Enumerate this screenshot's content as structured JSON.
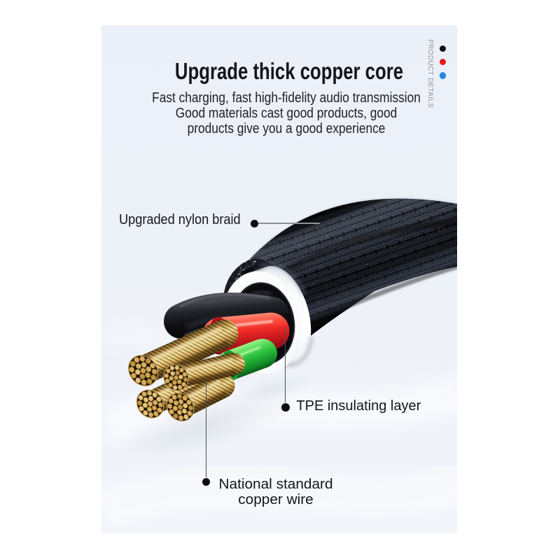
{
  "page": {
    "background": "#ffffff"
  },
  "panel": {
    "background_top": "#ebf0f8",
    "background_bottom": "#f1f4f9"
  },
  "header": {
    "title": "Upgrade thick copper core",
    "subtitle_line1": "Fast charging, fast high-fidelity audio transmission",
    "subtitle_line2": "Good materials cast good products, good",
    "subtitle_line3": "products give you a good experience"
  },
  "side_banner": {
    "label": "PRODUCT DETAILS",
    "dot_colors": [
      "#101014",
      "#e8151c",
      "#2089e8"
    ]
  },
  "illustration": {
    "subject": "braided cable cross-section",
    "nylon_braid_color": "#14151c",
    "tpe_layer_color": "#ffffff",
    "black_wire_color": "#17171c",
    "red_wire_color": "#ee2a26",
    "green_wire_color": "#21b637",
    "copper_color": "#d7ad5e"
  },
  "callouts": {
    "braid": {
      "label": "Upgraded nylon braid"
    },
    "tpe": {
      "label": "TPE insulating layer"
    },
    "copper": {
      "label_line1": "National standard",
      "label_line2": "copper wire"
    }
  }
}
